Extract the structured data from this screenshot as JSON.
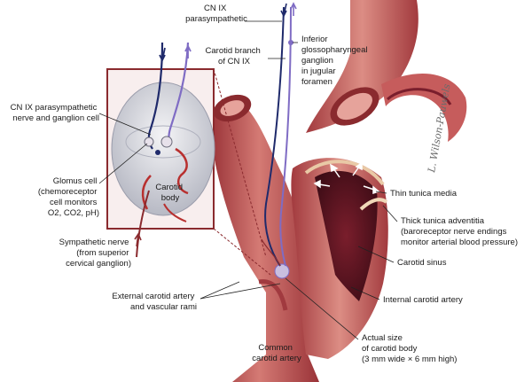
{
  "labels": {
    "cn9_para": [
      "CN IX",
      "parasympathetic"
    ],
    "carotid_branch": [
      "Carotid branch",
      "of CN IX"
    ],
    "inferior_ganglion": [
      "Inferior",
      "glossopharyngeal",
      "ganglion",
      "in jugular",
      "foramen"
    ],
    "cn9_nerve_ganglion": [
      "CN IX parasympathetic",
      "nerve and ganglion cell"
    ],
    "glomus": [
      "Glomus cell",
      "(chemoreceptor",
      "cell monitors",
      "O2, CO2, pH)"
    ],
    "carotid_body_inset": [
      "Carotid",
      "body"
    ],
    "sympathetic": [
      "Sympathetic nerve",
      "(from superior",
      "cervical ganglion)"
    ],
    "thin_tunica": [
      "Thin tunica media"
    ],
    "thick_tunica": [
      "Thick tunica adventitia",
      "(baroreceptor nerve endings",
      "monitor arterial blood pressure)"
    ],
    "carotid_sinus": [
      "Carotid sinus"
    ],
    "internal_carotid": [
      "Internal carotid artery"
    ],
    "external_carotid": [
      "External carotid artery",
      "and vascular rami"
    ],
    "actual_size": [
      "Actual size",
      "of carotid body",
      "(3 mm wide × 6 mm high)"
    ],
    "common_carotid": [
      "Common",
      "carotid artery"
    ]
  },
  "signature": "L. Wilson-Pauwels",
  "colors": {
    "artery": "#b8474a",
    "artery_dark": "#8a2a2e",
    "artery_light": "#d9837f",
    "lumen": "#5c1420",
    "nerve_dark": "#1f2a6b",
    "nerve_light": "#7f6cc4",
    "inset_border": "#8a2a2e"
  }
}
